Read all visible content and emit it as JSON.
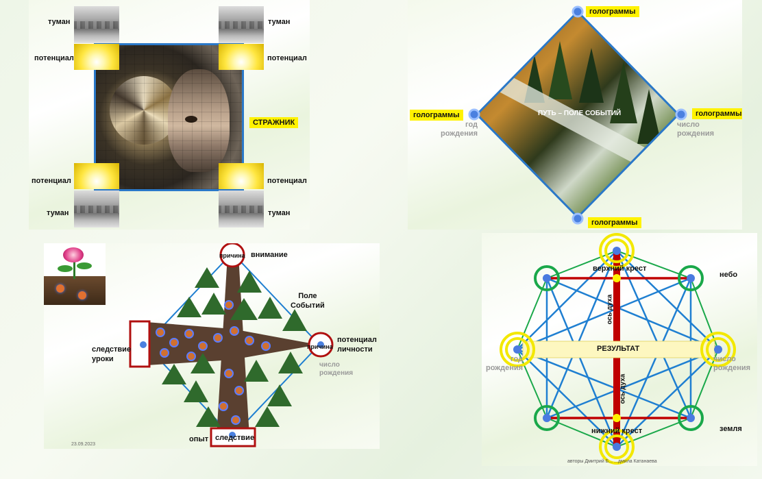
{
  "panel1": {
    "labels_left": [
      "туман",
      "потенциал",
      "потенциал",
      "туман"
    ],
    "labels_right": [
      "туман",
      "потенциал",
      "потенциал",
      "туман"
    ],
    "guardian": "СТРАЖНИК"
  },
  "panel2": {
    "holo_top": "голограммы",
    "holo_left": "голограммы",
    "holo_right": "голограммы",
    "holo_bottom": "голограммы",
    "center": "ПУТЬ – ПОЛЕ СОБЫТИЙ",
    "left_grey": [
      "год",
      "рождения"
    ],
    "right_grey": [
      "число",
      "рождения"
    ]
  },
  "panel3": {
    "cause_top": "причина",
    "attention": "внимание",
    "field": [
      "Поле",
      "Событий"
    ],
    "cause_right": "причина",
    "potential": [
      "потенциал",
      "личности"
    ],
    "right_grey": [
      "число",
      "рождения"
    ],
    "consequence_left": [
      "следствие",
      "уроки"
    ],
    "experience": "опыт",
    "consequence_bottom": "следствие",
    "date": "23.09.2023"
  },
  "panel4": {
    "upper_cross": "верхний крест",
    "lower_cross": "нижний крест",
    "sky": "небо",
    "earth": "земля",
    "result": "РЕЗУЛЬТАТ",
    "spirit_axis_top": "ось духа",
    "spirit_axis_bottom": "ось духа",
    "left_grey": [
      "год",
      "рождения"
    ],
    "right_grey": [
      "число",
      "рождения"
    ],
    "authors": "авторы Дмитрий Б... ...дмила Катанаева"
  },
  "colors": {
    "blue_frame": "#2a78c8",
    "highlight": "#fff200",
    "red_axis": "#c00000",
    "green_circle": "#1aa84a",
    "blue_line": "#1f7fd1"
  }
}
